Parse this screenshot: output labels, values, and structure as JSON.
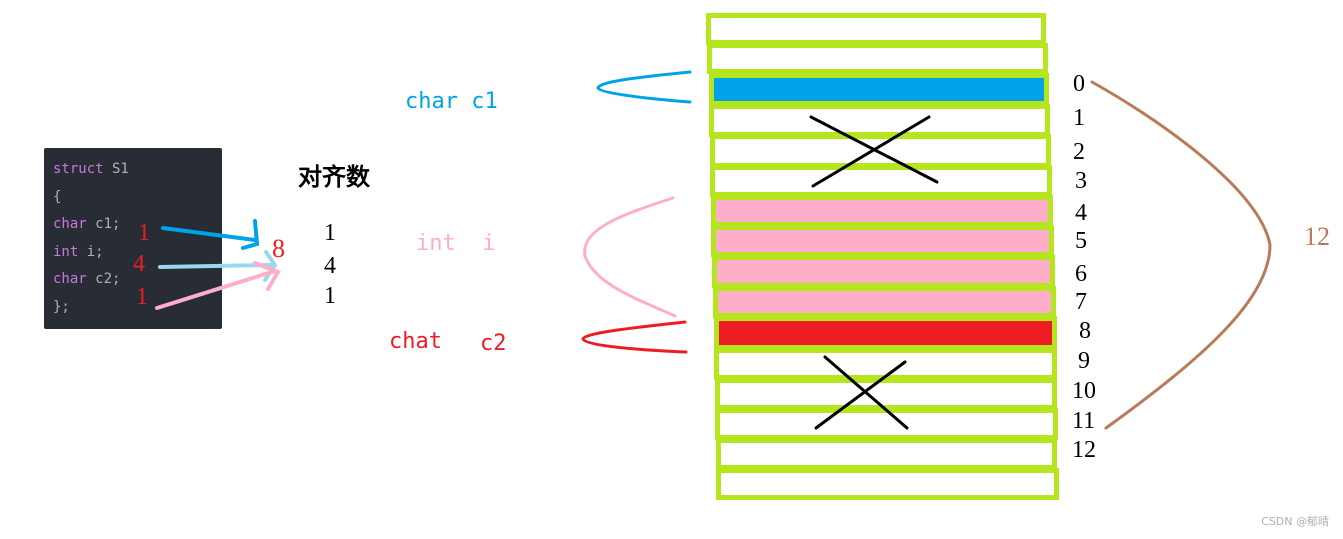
{
  "code": {
    "line1_kw": "struct",
    "line1_rest": " S1",
    "line2": "{",
    "line3_kw": "char",
    "line3_rest": " c1;",
    "line4_kw": "int",
    "line4_rest": " i;",
    "line5_kw": "char",
    "line5_rest": " c2;",
    "line6": "};"
  },
  "code_sizes": [
    "1",
    "4",
    "1"
  ],
  "alignment": {
    "heading": "对齐数",
    "values": [
      "1",
      "4",
      "1"
    ],
    "max": "8"
  },
  "members": {
    "c1": "char c1",
    "i": "int  i",
    "c2_type": "chat",
    "c2_name": "c2"
  },
  "memory": {
    "cell_count": 16,
    "indices": [
      "0",
      "1",
      "2",
      "3",
      "4",
      "5",
      "6",
      "7",
      "8",
      "9",
      "10",
      "11",
      "12"
    ],
    "fills": {
      "c1": [
        0
      ],
      "i": [
        4,
        5,
        6,
        7
      ],
      "c2": [
        8
      ],
      "padding": [
        1,
        2,
        3,
        9,
        10,
        11
      ]
    }
  },
  "total_size": "12",
  "colors": {
    "c1": "#00a2e8",
    "i": "#ffaec9",
    "c2": "#ed1c24",
    "cell_border": "#b5e61d",
    "brace": "#b97a57",
    "i_arrow": "#99d9ea"
  },
  "watermark": "CSDN @郁晴"
}
